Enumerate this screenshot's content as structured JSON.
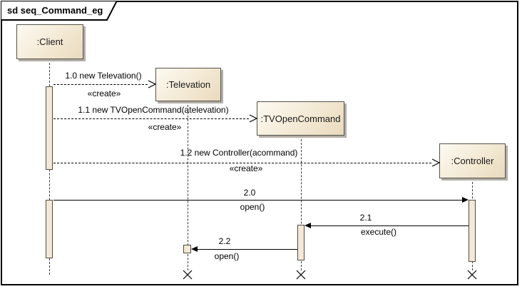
{
  "frame": {
    "title": "sd seq_Command_eg"
  },
  "lifelines": [
    {
      "name": ":Client"
    },
    {
      "name": ":Televation"
    },
    {
      "name": ":TVOpenCommand"
    },
    {
      "name": ":Controller"
    }
  ],
  "messages": [
    {
      "label": "1.0 new Televation()",
      "sublabel": "«create»",
      "kind": "create"
    },
    {
      "label": "1.1 new TVOpenCommand(atelevation)",
      "sublabel": "«create»",
      "kind": "create"
    },
    {
      "label": "1.2 new Controller(acommand)",
      "sublabel": "«create»",
      "kind": "create"
    },
    {
      "label": "2.0",
      "sublabel": "open()",
      "kind": "call"
    },
    {
      "label": "2.1",
      "sublabel": "execute()",
      "kind": "call"
    },
    {
      "label": "2.2",
      "sublabel": "open()",
      "kind": "call"
    }
  ],
  "colors": {
    "box_fill_top": "#fdfaf2",
    "box_fill_bottom": "#e9dabd",
    "box_border": "#54524a",
    "activation_fill": "#f4e9d6",
    "shadow": "#b2aea6",
    "line": "#000000"
  }
}
